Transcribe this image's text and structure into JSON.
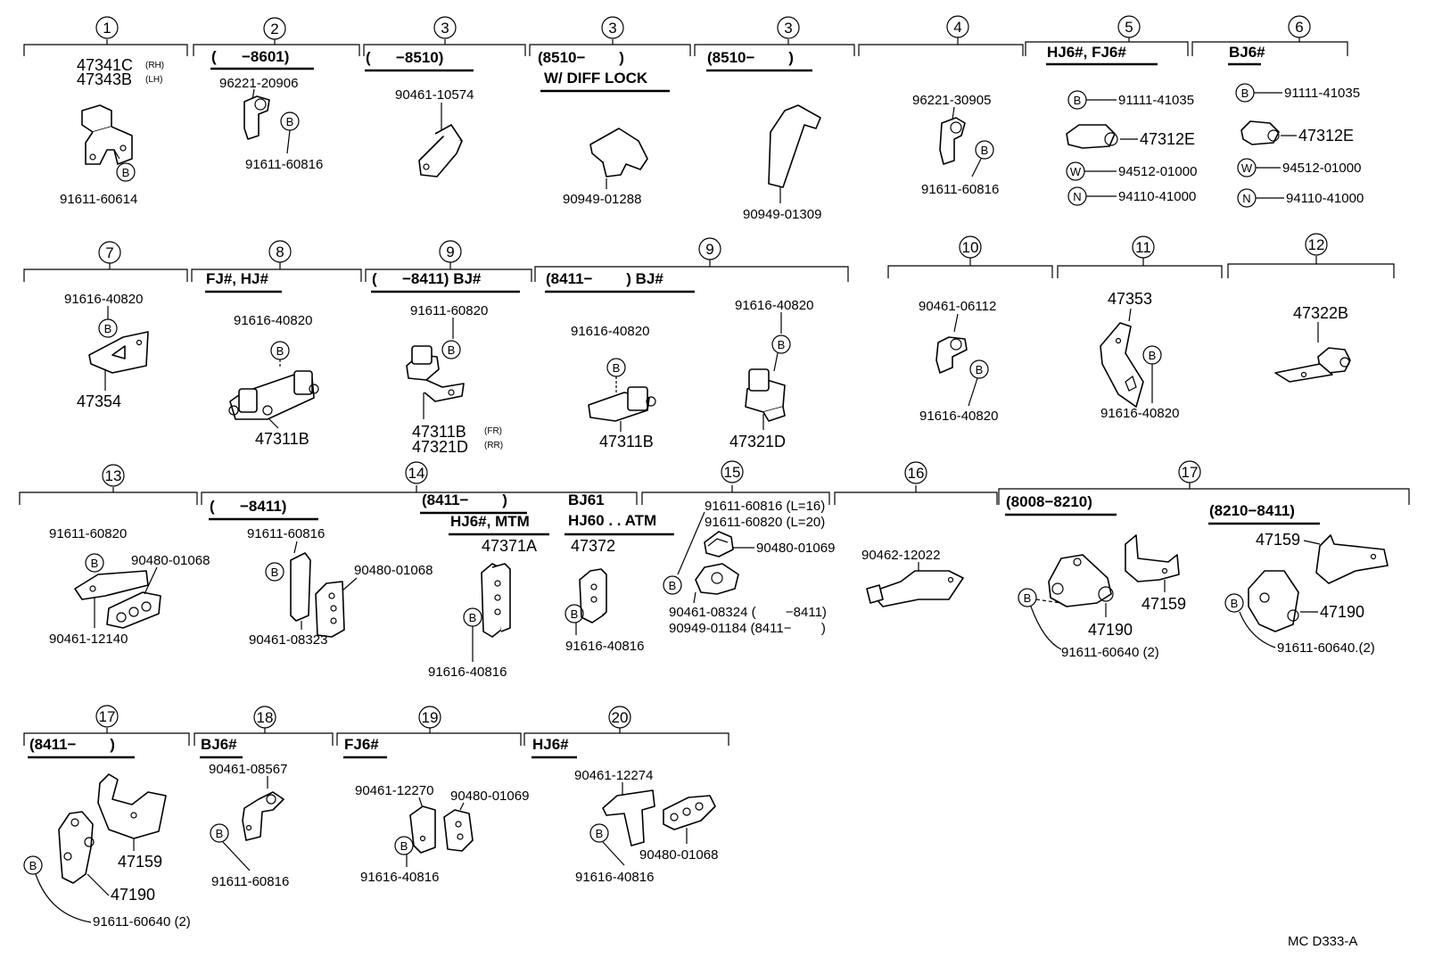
{
  "footer": {
    "code": "MC D333-A"
  },
  "sections": [
    {
      "no": "1",
      "headers": [],
      "parts": [
        "47341C",
        "(RH)",
        "47343B",
        "(LH)",
        "91611-60614"
      ]
    },
    {
      "no": "2",
      "headers": [
        "(      −8601)"
      ],
      "parts": [
        "96221-20906",
        "91611-60816"
      ]
    },
    {
      "no": "3",
      "headers": [
        "(      −8510)"
      ],
      "parts": [
        "90461-10574"
      ]
    },
    {
      "no": "3",
      "headers": [
        "(8510−        )",
        "W/ DIFF  LOCK"
      ],
      "parts": [
        "90949-01288"
      ]
    },
    {
      "no": "3",
      "headers": [
        "(8510−        )"
      ],
      "parts": [
        "90949-01309"
      ]
    },
    {
      "no": "4",
      "headers": [],
      "parts": [
        "96221-30905",
        "91611-60816"
      ]
    },
    {
      "no": "5",
      "headers": [
        "HJ6#, FJ6#"
      ],
      "parts": [
        "91111-41035",
        "47312E",
        "94512-01000",
        "94110-41000"
      ]
    },
    {
      "no": "6",
      "headers": [
        "BJ6#"
      ],
      "parts": [
        "91111-41035",
        "47312E",
        "94512-01000",
        "94110-41000"
      ]
    },
    {
      "no": "7",
      "headers": [],
      "parts": [
        "91616-40820",
        "47354"
      ]
    },
    {
      "no": "8",
      "headers": [
        "FJ#, HJ#"
      ],
      "parts": [
        "91616-40820",
        "47311B"
      ]
    },
    {
      "no": "9",
      "headers": [
        "(      −8411) BJ#"
      ],
      "parts": [
        "91611-60820",
        "47311B",
        "(FR)",
        "47321D",
        "(RR)"
      ]
    },
    {
      "no": "9",
      "headers": [
        "(8411−        ) BJ#"
      ],
      "parts": [
        "91616-40820",
        "47311B",
        "91616-40820",
        "47321D"
      ]
    },
    {
      "no": "10",
      "headers": [],
      "parts": [
        "90461-06112",
        "91616-40820"
      ]
    },
    {
      "no": "11",
      "headers": [],
      "parts": [
        "47353",
        "91616-40820"
      ]
    },
    {
      "no": "12",
      "headers": [],
      "parts": [
        "47322B"
      ]
    },
    {
      "no": "13",
      "headers": [],
      "parts": [
        "91611-60820",
        "90480-01068",
        "90461-12140"
      ]
    },
    {
      "no": "14",
      "headers": [
        "(      −8411)",
        "(8411−        )",
        "HJ6#, MTM",
        "BJ61",
        "HJ60 . . ATM"
      ],
      "parts": [
        "91611-60816",
        "90480-01068",
        "90461-08323",
        "47371A",
        "91616-40816",
        "47372",
        "91616-40816"
      ]
    },
    {
      "no": "15",
      "headers": [],
      "parts": [
        "91611-60816 (L=16)",
        "91611-60820 (L=20)",
        "90480-01069",
        "90461-08324 (        −8411)",
        "90949-01184 (8411−        )"
      ]
    },
    {
      "no": "16",
      "headers": [],
      "parts": [
        "90462-12022"
      ]
    },
    {
      "no": "17",
      "headers": [
        "(8008−8210)",
        "(8210−8411)"
      ],
      "parts": [
        "47159",
        "47190",
        "91611-60640 (2)",
        "47159",
        "47190",
        "91611-60640.(2)"
      ]
    },
    {
      "no": "17",
      "headers": [
        "(8411−        )"
      ],
      "parts": [
        "47159",
        "47190",
        "91611-60640 (2)"
      ]
    },
    {
      "no": "18",
      "headers": [
        "BJ6#"
      ],
      "parts": [
        "90461-08567",
        "91611-60816"
      ]
    },
    {
      "no": "19",
      "headers": [
        "FJ6#"
      ],
      "parts": [
        "90461-12270",
        "90480-01069",
        "91616-40816"
      ]
    },
    {
      "no": "20",
      "headers": [
        "HJ6#"
      ],
      "parts": [
        "90461-12274",
        "90480-01068",
        "91616-40816"
      ]
    }
  ],
  "symbols": {
    "B": "B",
    "W": "W",
    "N": "N"
  }
}
